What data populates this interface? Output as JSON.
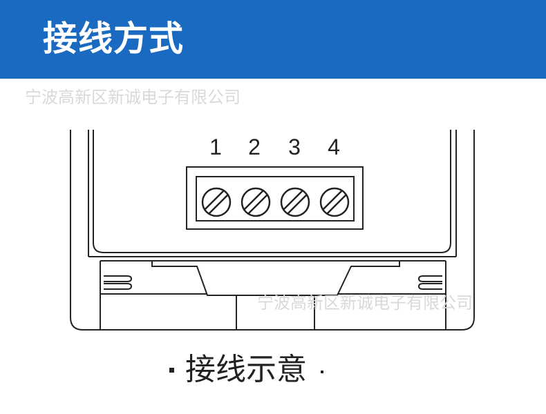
{
  "header": {
    "title": "接线方式",
    "background_color": "#1a6ac1",
    "text_color": "#ffffff"
  },
  "watermark": {
    "text": "宁波高新区新诚电子有限公司",
    "color": "#d9d9d9"
  },
  "diagram": {
    "terminal_labels": [
      "1",
      "2",
      "3",
      "4"
    ],
    "terminal_count": 4,
    "line_color": "#222222"
  },
  "caption": {
    "text": "接线示意"
  }
}
